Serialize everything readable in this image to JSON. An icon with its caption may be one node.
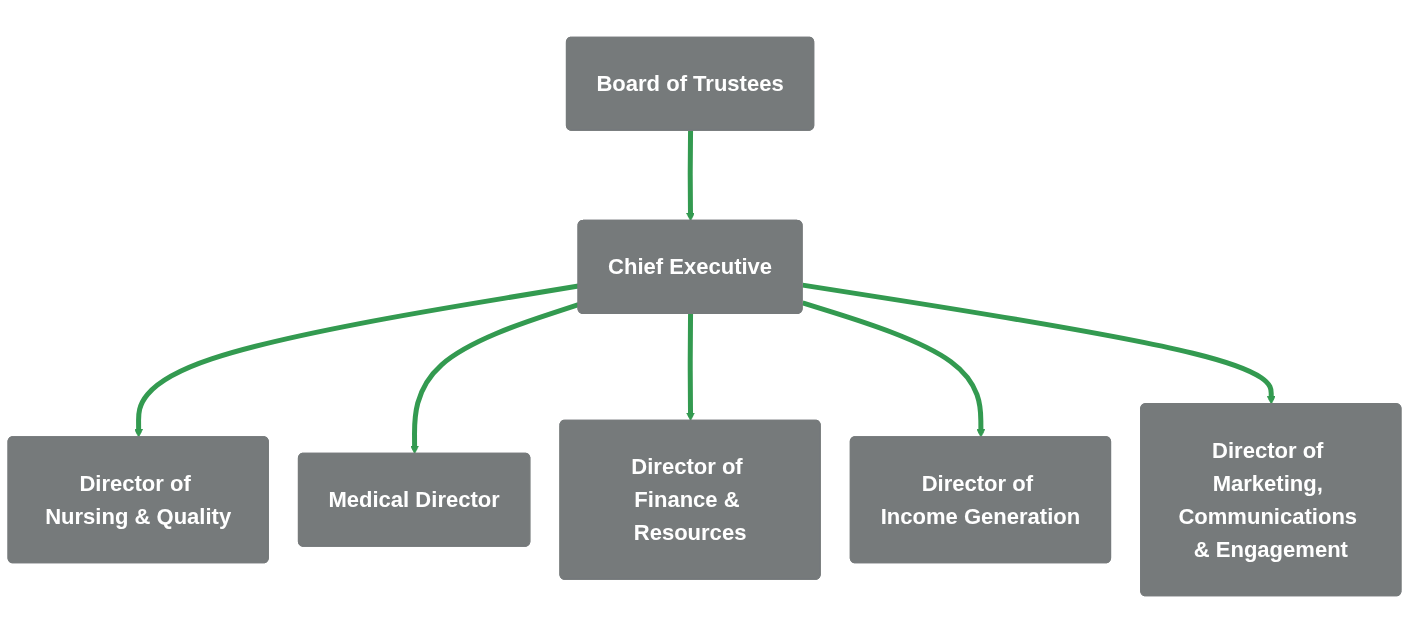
{
  "diagram": {
    "nodes": [
      {
        "text": [
          "Board of Trustees"
        ]
      },
      {
        "text": [
          "Chief Executive"
        ]
      },
      {
        "text": [
          "Director of Nursing & Quality"
        ]
      },
      {
        "text": [
          "Medical Director"
        ]
      },
      {
        "text": [
          "Director of Finance & Resources"
        ]
      },
      {
        "text": [
          "Director of Income Generation"
        ]
      },
      {
        "text": [
          "Director of Marketing, Communications & Engagement"
        ]
      }
    ],
    "edges": [
      {
        "from": 0,
        "to": 1,
        "arrow": "to"
      },
      {
        "from": 1,
        "to": 2,
        "arrow": "to"
      },
      {
        "from": 1,
        "to": 3,
        "arrow": "to"
      },
      {
        "from": 1,
        "to": 4,
        "arrow": "to"
      },
      {
        "from": 1,
        "to": 5,
        "arrow": "to"
      },
      {
        "from": 1,
        "to": 6,
        "arrow": "to"
      }
    ]
  }
}
